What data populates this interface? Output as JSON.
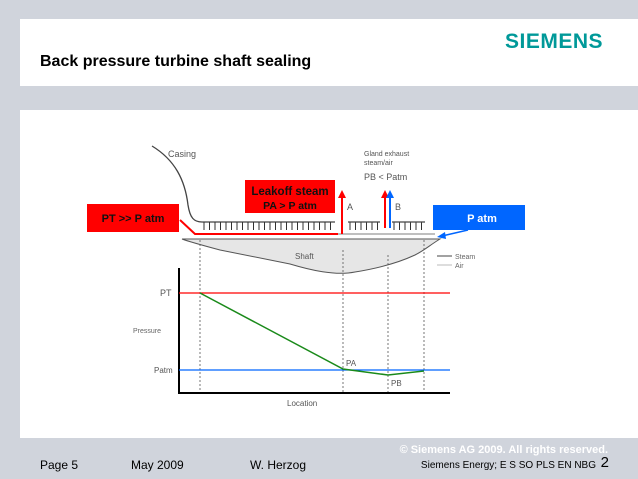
{
  "header": {
    "title": "Back pressure turbine shaft sealing",
    "logo": "SIEMENS",
    "logo_color": "#009999"
  },
  "diagram": {
    "casing": "Casing",
    "gland_exhaust_1": "Gland exhaust",
    "gland_exhaust_2": "steam/air",
    "pb_lt_patm": "PB < Patm",
    "label_a": "A",
    "label_b": "B",
    "shaft": "Shaft",
    "legend_steam": "Steam",
    "legend_air": "Air",
    "leakoff_1": "Leakoff steam",
    "leakoff_2": "PA > P atm",
    "pt_box": "PT >> P atm",
    "patm_box": "P atm",
    "y_label": "Pressure",
    "x_label": "Location",
    "pt": "PT",
    "patm": "Patm",
    "pa": "PA",
    "pb": "PB",
    "colors": {
      "steam_red": "#ff0000",
      "air_blue": "#0066ff",
      "pressure_green": "#1a8a1a"
    }
  },
  "footer": {
    "page": "Page 5",
    "date": "May 2009",
    "author": "W. Herzog",
    "copyright": "© Siemens AG  2009. All rights reserved.",
    "org": "Siemens Energy; E S SO PLS EN NBG",
    "slide_num": "2"
  }
}
